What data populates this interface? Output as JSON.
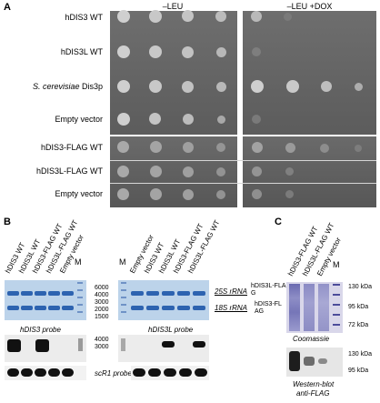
{
  "panelA": {
    "letter": "A",
    "header_left": "–LEU",
    "header_right": "–LEU +DOX",
    "rows": [
      {
        "label": "hDIS3 WT"
      },
      {
        "label": "hDIS3L WT"
      },
      {
        "label_italic": "S. cerevisiae",
        "label_rest": " Dis3p"
      },
      {
        "label": "Empty vector"
      },
      {
        "label": "hDIS3-FLAG WT"
      },
      {
        "label": "hDIS3L-FLAG WT"
      },
      {
        "label": "Empty vector"
      }
    ]
  },
  "panelB": {
    "letter": "B",
    "lanes_left": [
      "hDIS3 WT",
      "hDIS3L WT",
      "hDIS3-FLAG WT",
      "hDIS3L-FLAG WT",
      "Empty vector"
    ],
    "marker_left": "M",
    "marker_right": "M",
    "lanes_right": [
      "Empty vector",
      "hDIS3 WT",
      "hDIS3L WT",
      "hDIS3-FLAG WT",
      "hDIS3L-FLAG WT"
    ],
    "ladder": [
      "6000",
      "4000",
      "3000",
      "2000",
      "1500"
    ],
    "rrna_25s": "25S rRNA",
    "rrna_18s": "18S rRNA",
    "probe_left": "hDIS3 probe",
    "probe_right": "hDIS3L probe",
    "ladder_small": [
      "4000",
      "3000"
    ],
    "scr1": "scR1 probe"
  },
  "panelC": {
    "letter": "C",
    "lanes": [
      "hDIS3-FLAG WT",
      "hDIS3L-FLAG WT",
      "Empty vector"
    ],
    "marker": "M",
    "arrow_label_1": "hDIS3L-FLAG",
    "arrow_label_2": "hDIS3-FLAG",
    "kda": [
      "130 kDa",
      "95 kDa",
      "72 kDa"
    ],
    "coomassie": "Coomassie",
    "kda_wb": [
      "130 kDa",
      "95 kDa"
    ],
    "wb_line1": "Western-blot",
    "wb_line2": "anti-FLAG"
  }
}
